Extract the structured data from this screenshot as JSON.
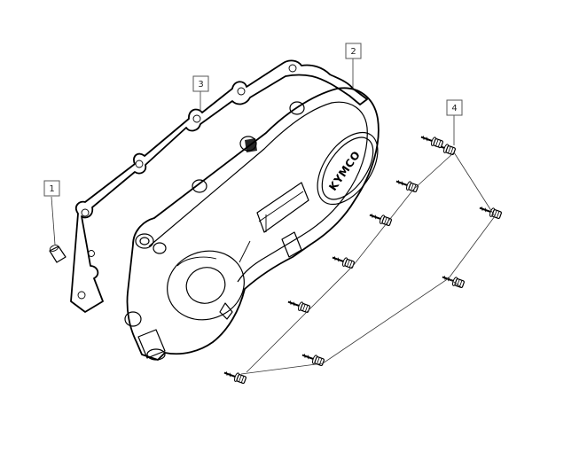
{
  "diagram": {
    "brand_logo": "KYMCO",
    "callouts": [
      {
        "id": "1",
        "label": "1",
        "part": "dowel-pin"
      },
      {
        "id": "2",
        "label": "2",
        "part": "transmission-cover"
      },
      {
        "id": "3",
        "label": "3",
        "part": "cover-gasket"
      },
      {
        "id": "4",
        "label": "4",
        "part": "flange-bolt"
      }
    ],
    "bolt_count": 10
  }
}
